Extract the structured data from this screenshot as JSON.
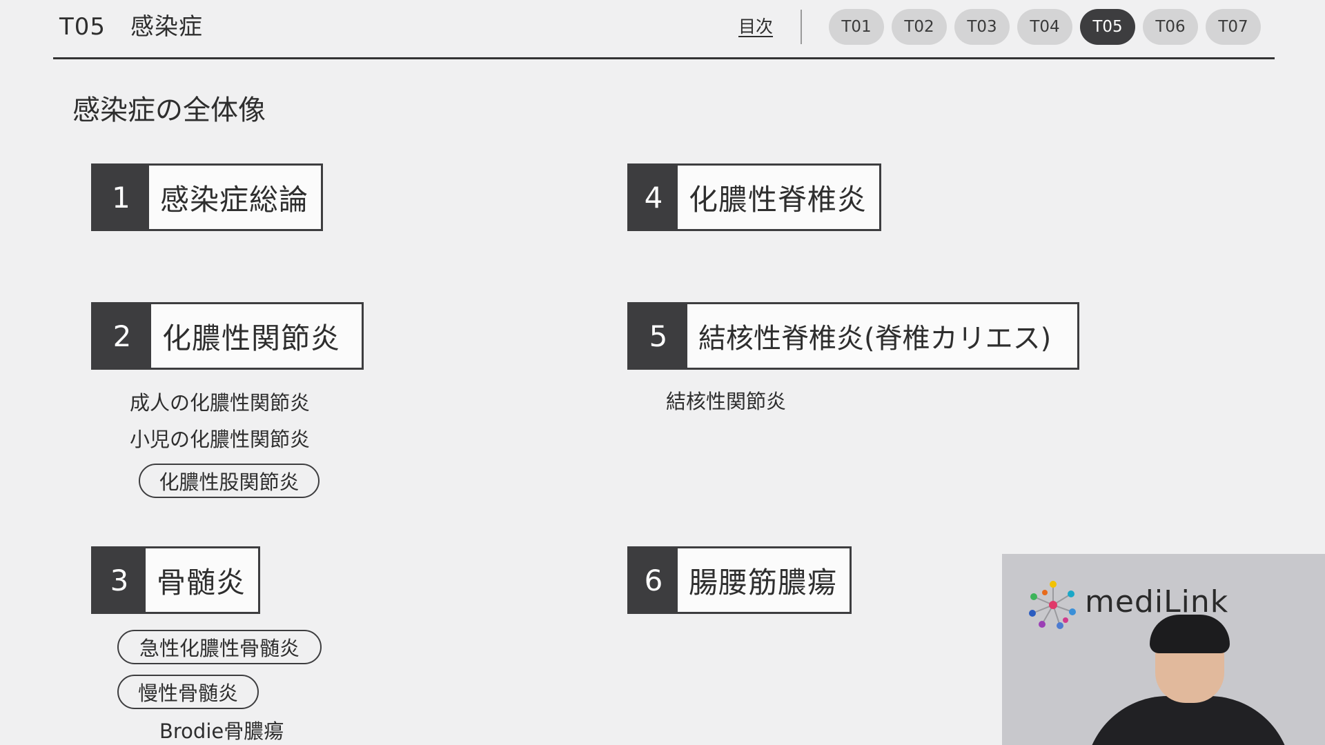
{
  "header": {
    "code": "T05",
    "title": "感染症",
    "toc_link": "目次",
    "tabs": [
      "T01",
      "T02",
      "T03",
      "T04",
      "T05",
      "T06",
      "T07"
    ],
    "active_tab": "T05"
  },
  "section_heading": "感染症の全体像",
  "topics": [
    {
      "num": "1",
      "label": "感染症総論"
    },
    {
      "num": "2",
      "label": "化膿性関節炎"
    },
    {
      "num": "3",
      "label": "骨髄炎"
    },
    {
      "num": "4",
      "label": "化膿性脊椎炎"
    },
    {
      "num": "5",
      "label": "結核性脊椎炎(脊椎カリエス)"
    },
    {
      "num": "6",
      "label": "腸腰筋膿瘍"
    }
  ],
  "subtopics": {
    "t2": [
      "成人の化膿性関節炎",
      "小児の化膿性関節炎",
      "化膿性股関節炎"
    ],
    "t3": [
      "急性化膿性骨髄炎",
      "慢性骨髄炎",
      "Brodie骨膿瘍"
    ],
    "t5": [
      "結核性関節炎"
    ]
  },
  "presenter": {
    "logo_text": "mediLink"
  },
  "colors": {
    "background": "#f0f0f1",
    "dark": "#3d3d3f",
    "tab_inactive": "#d4d4d5"
  }
}
